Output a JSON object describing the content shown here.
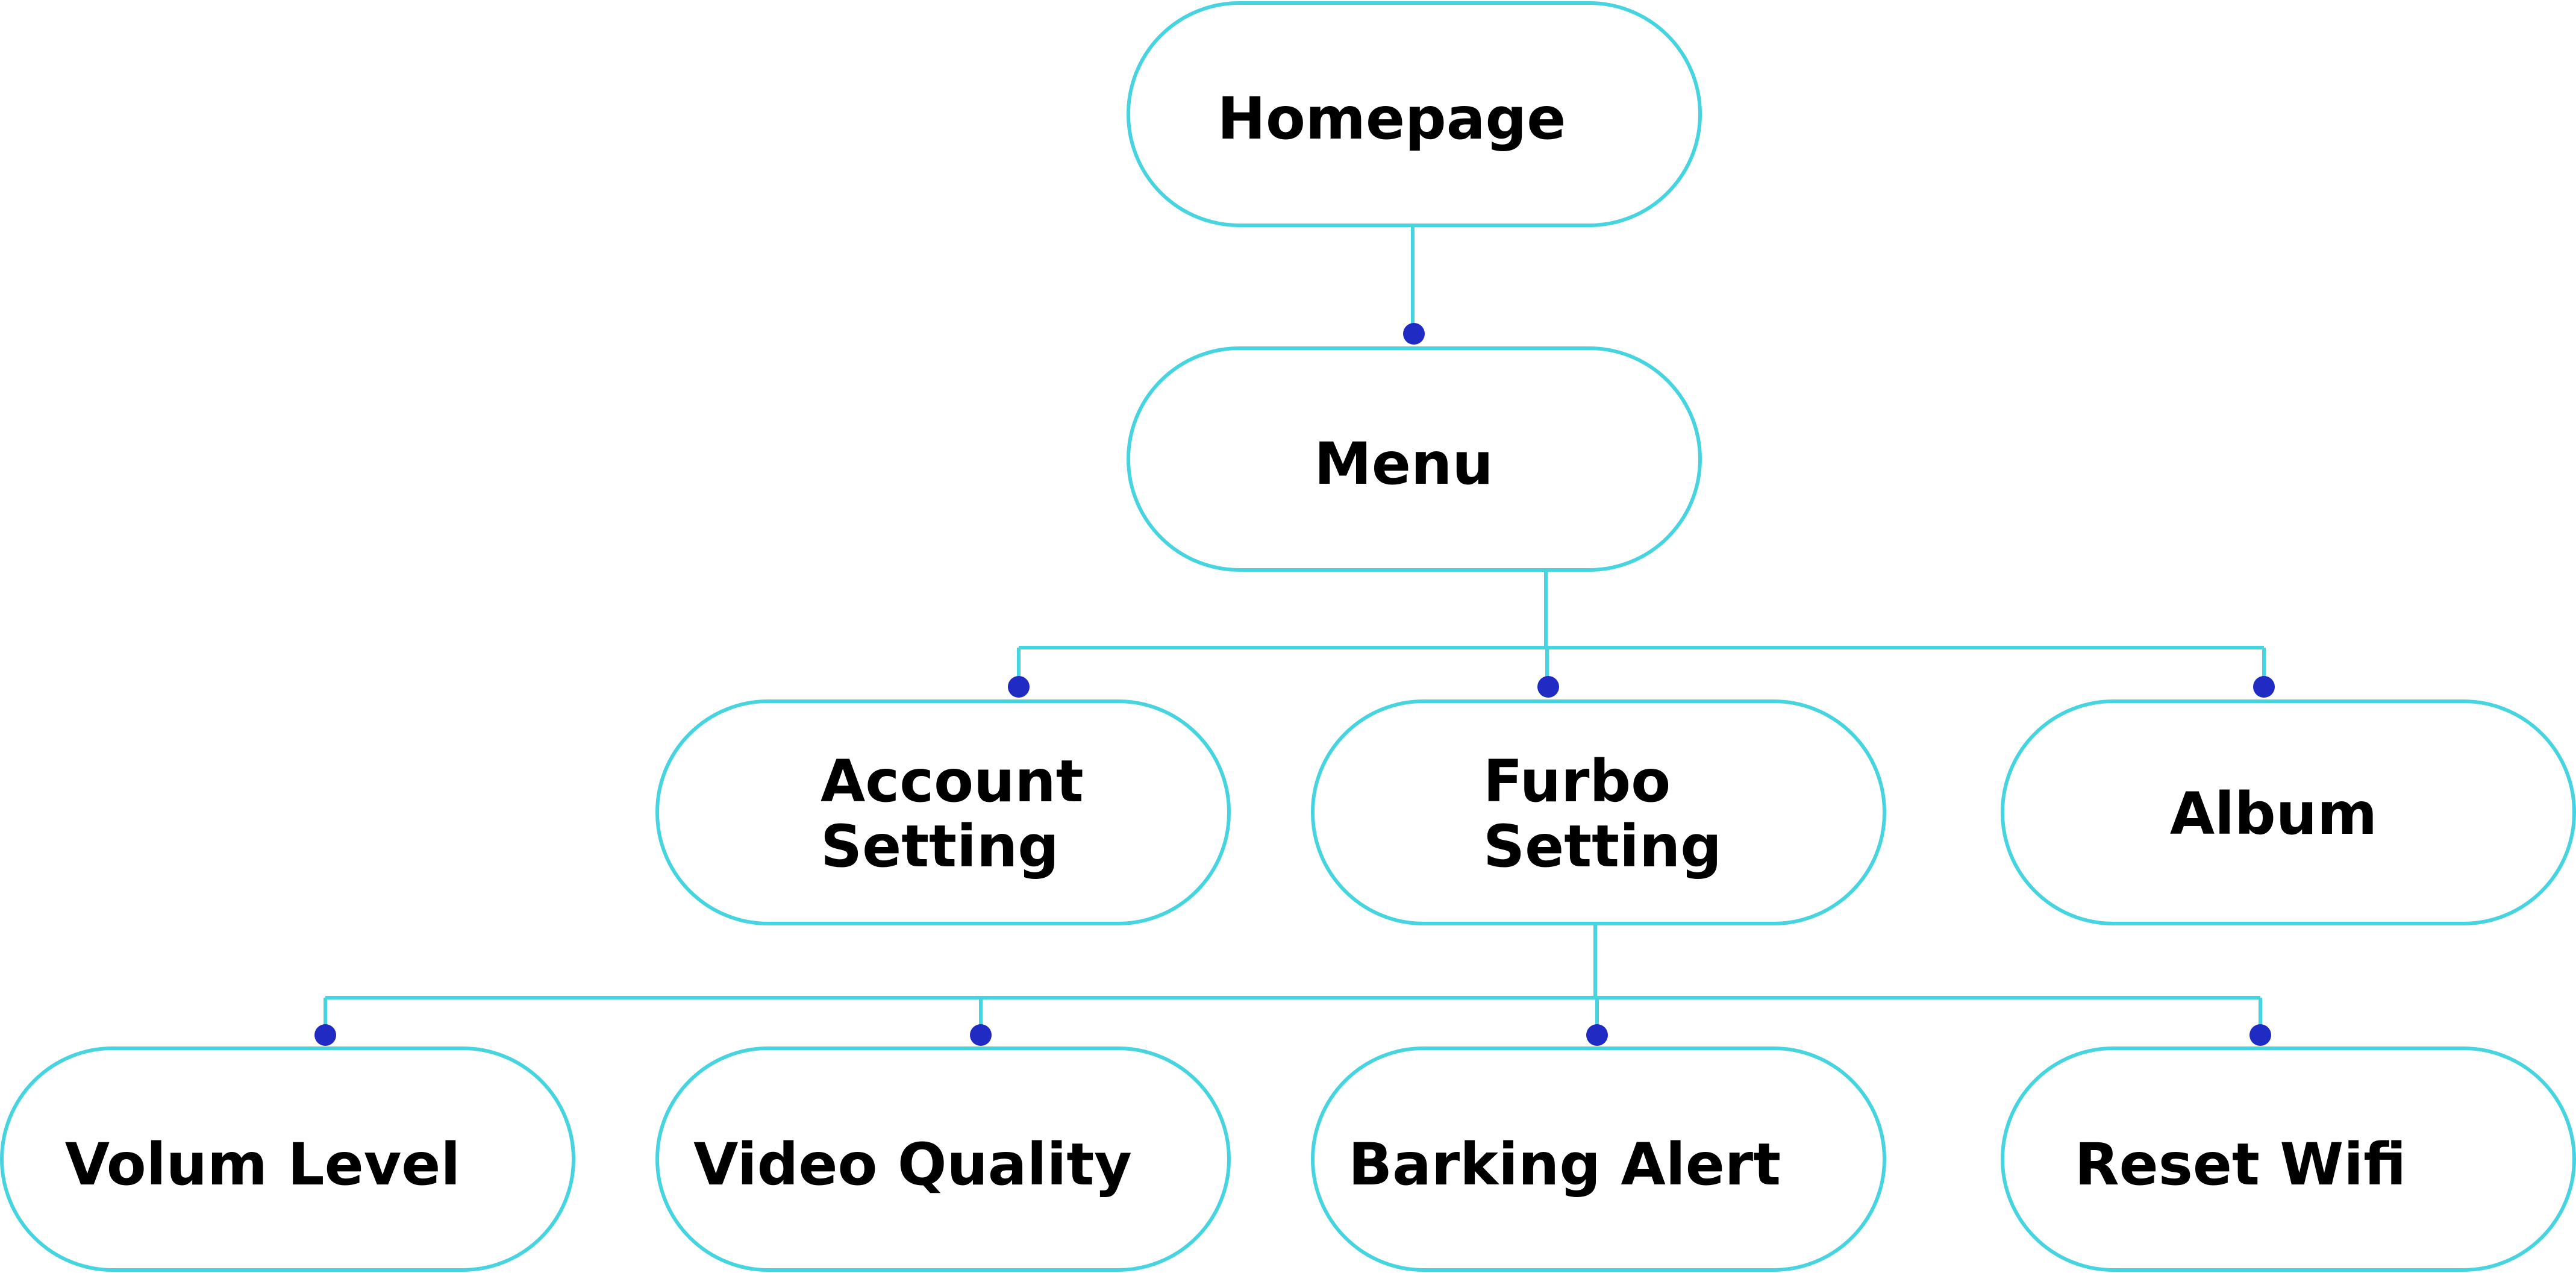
{
  "colors": {
    "border": "#45d4e0",
    "dot": "#1f2bc2",
    "text": "#000000"
  },
  "nodes": {
    "homepage": "Homepage",
    "menu": "Menu",
    "account_setting": [
      "Account",
      "Setting"
    ],
    "furbo_setting": [
      "Furbo",
      "Setting"
    ],
    "album": "Album",
    "volum_level": "Volum Level",
    "video_quality": "Video Quality",
    "barking_alert": "Barking Alert",
    "reset_wifi": "Reset Wifi"
  }
}
